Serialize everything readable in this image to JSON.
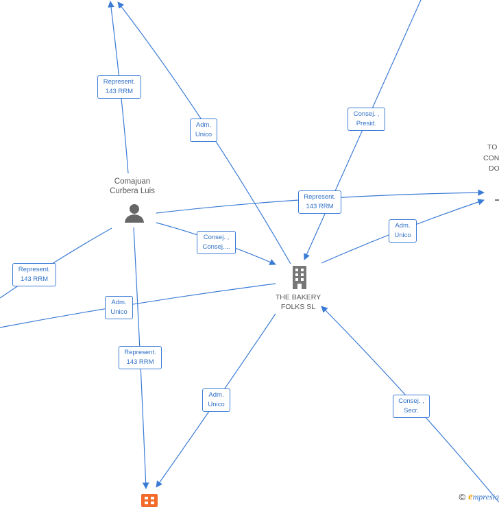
{
  "nodes": {
    "person": {
      "line1": "Comajuan",
      "line2": "Curbera Luis"
    },
    "company": {
      "line1": "THE BAKERY",
      "line2": "FOLKS SL"
    },
    "right_company": {
      "line1": "TO",
      "line2": "CON",
      "line3": "DO"
    }
  },
  "edge_labels": {
    "represent_top": {
      "line1": "Represent.",
      "line2": "143 RRM"
    },
    "adm_top": {
      "line1": "Adm.",
      "line2": "Unico"
    },
    "consej_presid": {
      "line1": "Consej. ,",
      "line2": "Presid."
    },
    "represent_right": {
      "line1": "Represent.",
      "line2": "143 RRM"
    },
    "adm_right": {
      "line1": "Adm.",
      "line2": "Unico"
    },
    "consej_consej": {
      "line1": "Consej. ,",
      "line2": "Consej...."
    },
    "represent_left": {
      "line1": "Represent.",
      "line2": "143 RRM"
    },
    "adm_left": {
      "line1": "Adm.",
      "line2": "Unico"
    },
    "represent_bottom": {
      "line1": "Represent.",
      "line2": "143 RRM"
    },
    "adm_bottom": {
      "line1": "Adm.",
      "line2": "Unico"
    },
    "consej_secr": {
      "line1": "Consej. ,",
      "line2": "Secr."
    }
  },
  "colors": {
    "edge": "#3a7bd5",
    "person_icon": "#666666",
    "company_icon": "#777777",
    "highlight_company_icon": "#f26b2a"
  },
  "footer": {
    "copyright": "©",
    "brand_initial": "e",
    "brand_rest": "mpresia"
  }
}
